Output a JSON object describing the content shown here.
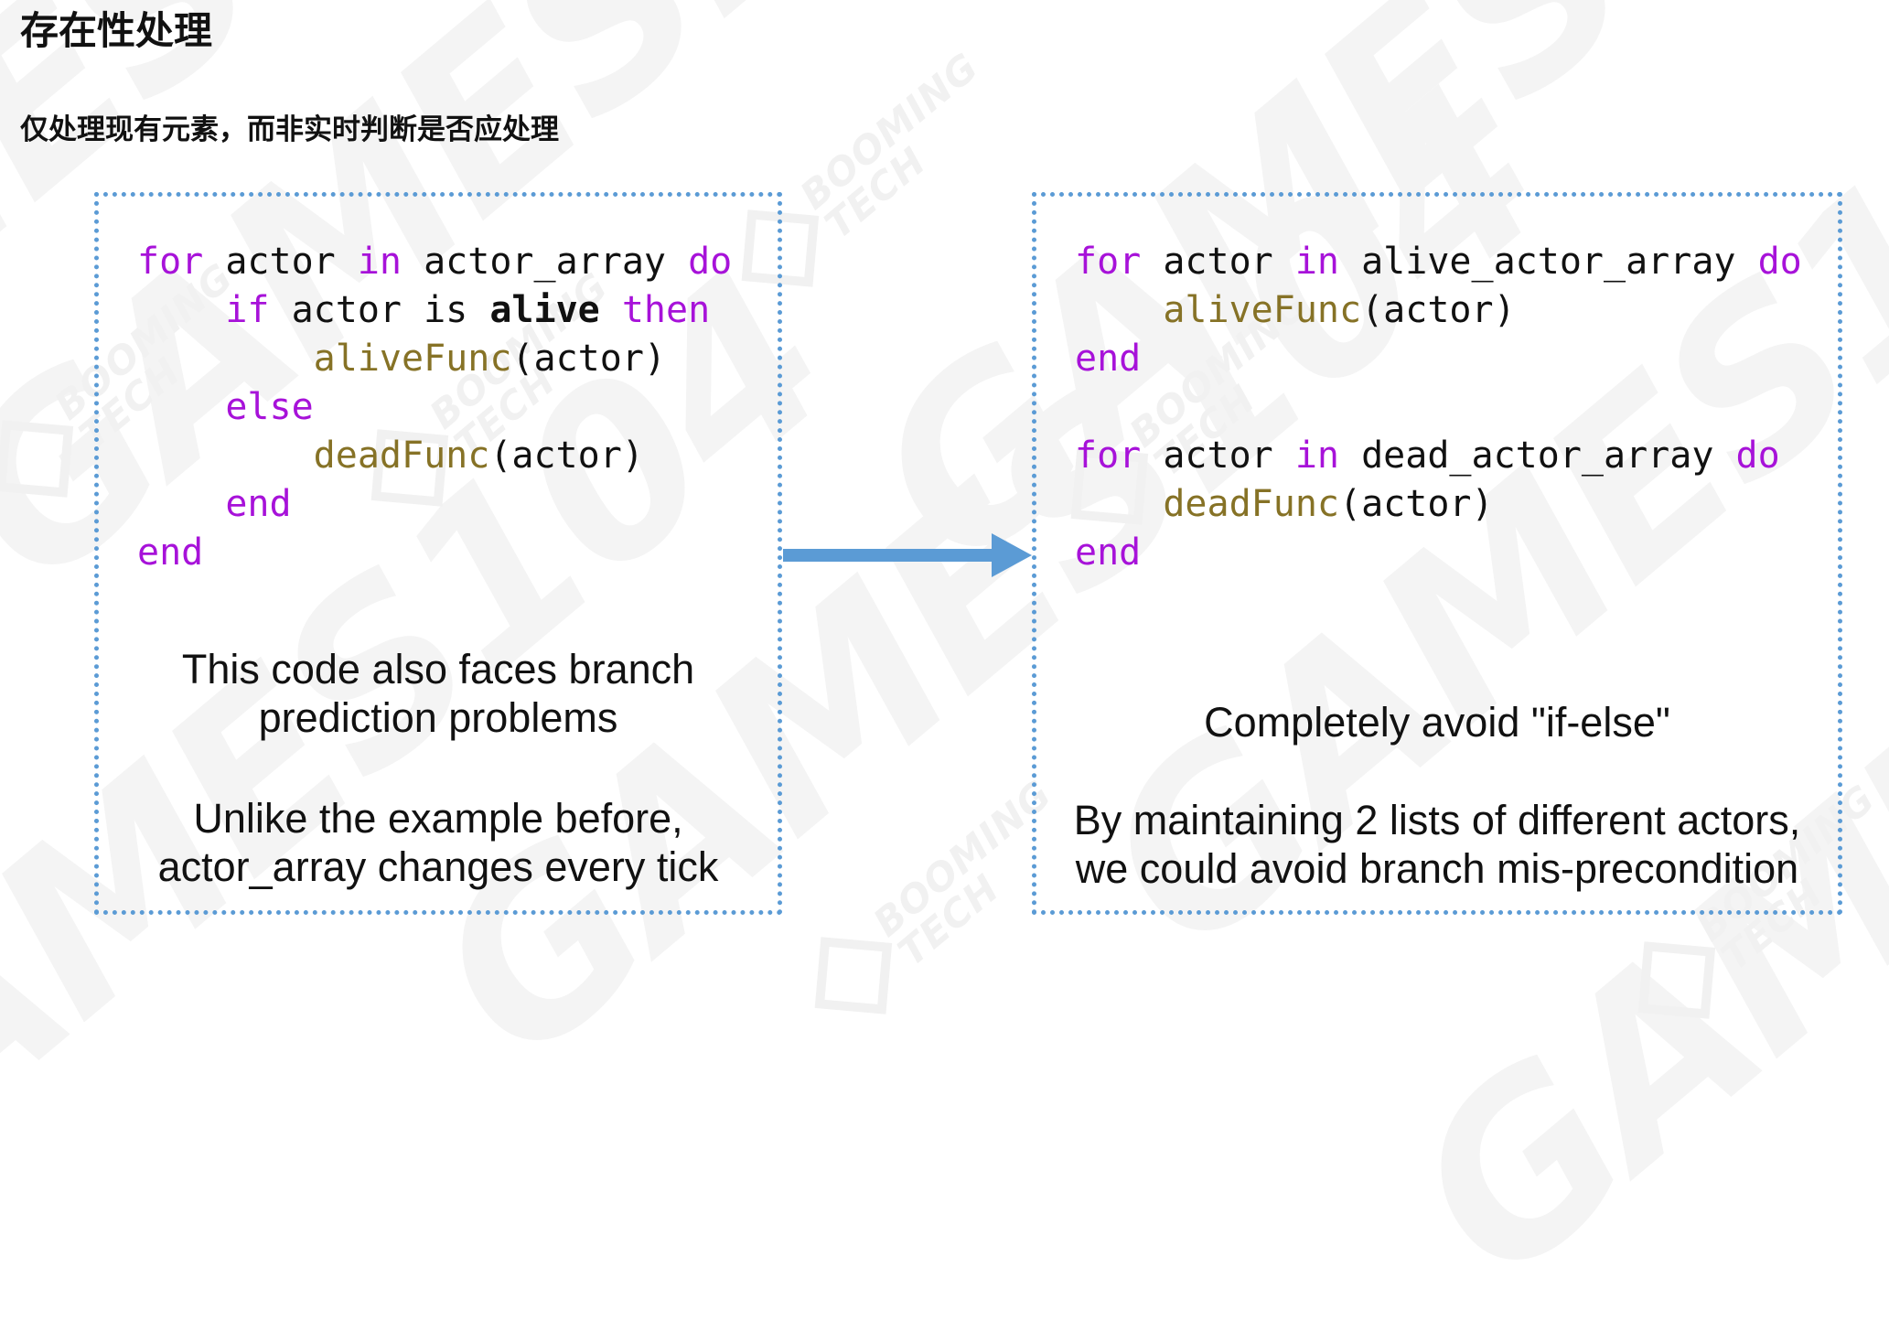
{
  "slide": {
    "title": "存在性处理",
    "subtitle": "仅处理现有元素，而非实时判断是否应处理"
  },
  "colors": {
    "keyword": "#A712D9",
    "function_name": "#867226",
    "code_text": "#111111",
    "caption_text": "#111111",
    "box_border": "#5B9BD5",
    "arrow": "#5B9BD5",
    "watermark": "#F4F4F4",
    "watermark_logo": "#F1F1F1"
  },
  "watermark": {
    "brand": "GAMES104",
    "logo_line1": "BOOMING",
    "logo_line2": "TECH"
  },
  "left_panel": {
    "code_lines": [
      [
        {
          "t": "for",
          "c": "kw"
        },
        {
          "t": " actor ",
          "c": "pl"
        },
        {
          "t": "in",
          "c": "kw"
        },
        {
          "t": " actor_array ",
          "c": "pl"
        },
        {
          "t": "do",
          "c": "kw"
        }
      ],
      [
        {
          "t": "    ",
          "c": "pl"
        },
        {
          "t": "if",
          "c": "kw"
        },
        {
          "t": " actor is ",
          "c": "pl"
        },
        {
          "t": "alive",
          "c": "b"
        },
        {
          "t": " ",
          "c": "pl"
        },
        {
          "t": "then",
          "c": "kw"
        }
      ],
      [
        {
          "t": "        ",
          "c": "pl"
        },
        {
          "t": "aliveFunc",
          "c": "fn"
        },
        {
          "t": "(actor)",
          "c": "pl"
        }
      ],
      [
        {
          "t": "    ",
          "c": "pl"
        },
        {
          "t": "else",
          "c": "kw"
        }
      ],
      [
        {
          "t": "        ",
          "c": "pl"
        },
        {
          "t": "deadFunc",
          "c": "fn"
        },
        {
          "t": "(actor)",
          "c": "pl"
        }
      ],
      [
        {
          "t": "    ",
          "c": "pl"
        },
        {
          "t": "end",
          "c": "kw"
        }
      ],
      [
        {
          "t": "end",
          "c": "kw"
        }
      ]
    ],
    "captions": [
      [
        "This code also faces branch",
        "prediction problems"
      ],
      [
        "Unlike the example before,",
        "actor_array changes every tick"
      ]
    ]
  },
  "right_panel": {
    "code_lines": [
      [
        {
          "t": "for",
          "c": "kw"
        },
        {
          "t": " actor ",
          "c": "pl"
        },
        {
          "t": "in",
          "c": "kw"
        },
        {
          "t": " alive_actor_array ",
          "c": "pl"
        },
        {
          "t": "do",
          "c": "kw"
        }
      ],
      [
        {
          "t": "    ",
          "c": "pl"
        },
        {
          "t": "aliveFunc",
          "c": "fn"
        },
        {
          "t": "(actor)",
          "c": "pl"
        }
      ],
      [
        {
          "t": "end",
          "c": "kw"
        }
      ],
      [],
      [
        {
          "t": "for",
          "c": "kw"
        },
        {
          "t": " actor ",
          "c": "pl"
        },
        {
          "t": "in",
          "c": "kw"
        },
        {
          "t": " dead_actor_array ",
          "c": "pl"
        },
        {
          "t": "do",
          "c": "kw"
        }
      ],
      [
        {
          "t": "    ",
          "c": "pl"
        },
        {
          "t": "deadFunc",
          "c": "fn"
        },
        {
          "t": "(actor)",
          "c": "pl"
        }
      ],
      [
        {
          "t": "end",
          "c": "kw"
        }
      ]
    ],
    "captions": [
      [
        "Completely avoid \"if-else\""
      ],
      [
        "By maintaining 2 lists of different actors,",
        "we could avoid branch mis-precondition"
      ]
    ]
  }
}
